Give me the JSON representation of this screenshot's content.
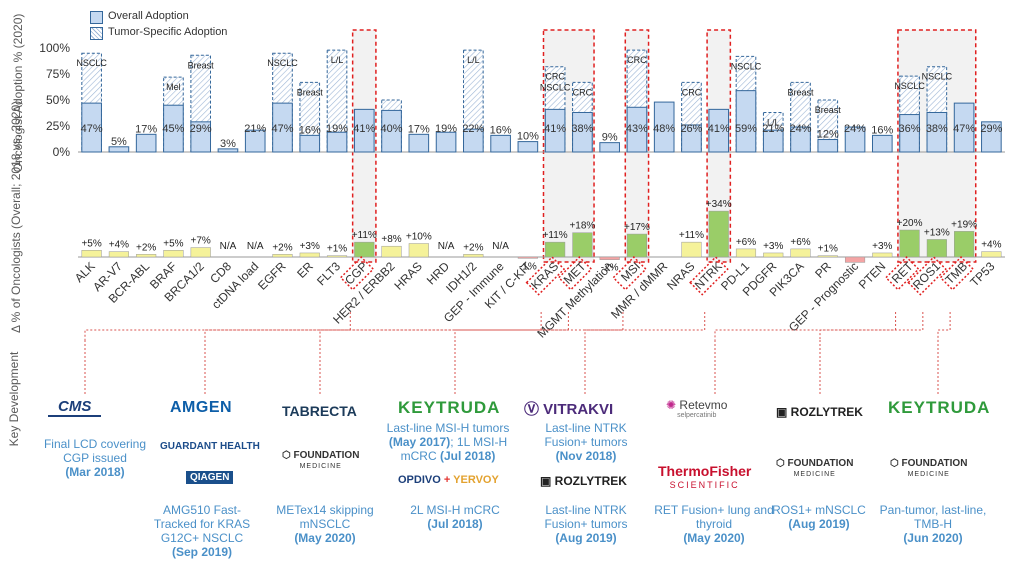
{
  "legend": {
    "overall_label": "Overall Adoption",
    "tumor_label": "Tumor-Specific Adoption",
    "overall_color": "#c5d9f1",
    "overall_border": "#34679b"
  },
  "axes": {
    "top_ylabel": "Oncologist Adoption % (2020)",
    "bottom_ylabel": "Δ % of Oncologists (Overall; 2018 vs. 2020)",
    "dev_label": "Key Development"
  },
  "chart_data": [
    {
      "type": "bar",
      "title": "",
      "ylabel": "Oncologist Adoption % (2020)",
      "ylim": [
        0,
        100
      ],
      "yticks": [
        "0%",
        "25%",
        "50%",
        "75%",
        "100%"
      ],
      "categories": [
        "ALK",
        "AR-V7",
        "BCR-ABL",
        "BRAF",
        "BRCA1/2",
        "CD8",
        "ctDNA load",
        "EGFR",
        "ER",
        "FLT3",
        "CGP",
        "HER2 / ERBB2",
        "HRAS",
        "HRD",
        "IDH1/2",
        "GEP - Immune",
        "KIT / C-KIT",
        "KRAS",
        "MET",
        "MGMT Methylation",
        "MSI",
        "MMR / dMMR",
        "NRAS",
        "NTRK",
        "PD-L1",
        "PDGFR",
        "PIK3CA",
        "PR",
        "GEP - Prognostic",
        "PTEN",
        "RET",
        "ROS1",
        "TMB",
        "TP53"
      ],
      "series": [
        {
          "name": "Overall Adoption",
          "values": [
            47,
            5,
            17,
            45,
            29,
            3,
            21,
            47,
            16,
            19,
            41,
            40,
            17,
            19,
            22,
            16,
            10,
            41,
            38,
            9,
            43,
            48,
            26,
            41,
            59,
            21,
            24,
            12,
            24,
            16,
            36,
            38,
            47,
            29
          ],
          "labels": [
            "47%",
            "5%",
            "17%",
            "45%",
            "29%",
            "3%",
            "21%",
            "47%",
            "16%",
            "19%",
            "41%",
            "40%",
            "17%",
            "19%",
            "22%",
            "16%",
            "10%",
            "41%",
            "38%",
            "9%",
            "43%",
            "48%",
            "26%",
            "41%",
            "59%",
            "21%",
            "24%",
            "12%",
            "24%",
            "16%",
            "36%",
            "38%",
            "47%",
            "29%"
          ]
        },
        {
          "name": "Tumor-Specific Adoption",
          "values": [
            95,
            null,
            null,
            72,
            93,
            null,
            null,
            95,
            67,
            98,
            null,
            50,
            null,
            null,
            98,
            null,
            null,
            82,
            67,
            null,
            98,
            null,
            67,
            null,
            92,
            38,
            67,
            50,
            null,
            null,
            73,
            82,
            null,
            null
          ]
        }
      ],
      "tumor_labels": [
        "NSCLC",
        null,
        null,
        "Mel",
        "Breast",
        null,
        null,
        "NSCLC",
        "Breast",
        "L/L",
        null,
        null,
        null,
        null,
        "L/L",
        null,
        null,
        "CRC\nNSCLC",
        "CRC",
        null,
        "CRC",
        null,
        "CRC",
        null,
        "NSCLC",
        "L/L",
        "Breast",
        "Breast",
        null,
        null,
        "NSCLC",
        "NSCLC",
        null,
        null
      ]
    },
    {
      "type": "bar",
      "title": "",
      "ylabel": "Δ % of Oncologists (Overall; 2018 vs. 2020)",
      "categories": [
        "ALK",
        "AR-V7",
        "BCR-ABL",
        "BRAF",
        "BRCA1/2",
        "CD8",
        "ctDNA load",
        "EGFR",
        "ER",
        "FLT3",
        "CGP",
        "HER2 / ERBB2",
        "HRAS",
        "HRD",
        "IDH1/2",
        "GEP - Immune",
        "KIT / C-KIT",
        "KRAS",
        "MET",
        "MGMT Methylation",
        "MSI",
        "MMR / dMMR",
        "NRAS",
        "NTRK",
        "PD-L1",
        "PDGFR",
        "PIK3CA",
        "PR",
        "GEP - Prognostic",
        "PTEN",
        "RET",
        "ROS1",
        "TMB",
        "TP53"
      ],
      "values": [
        5,
        4,
        2,
        5,
        7,
        null,
        null,
        2,
        3,
        1,
        11,
        8,
        10,
        null,
        2,
        null,
        -1,
        11,
        18,
        -2,
        17,
        null,
        11,
        34,
        6,
        3,
        6,
        1,
        -4,
        3,
        20,
        13,
        19,
        4
      ],
      "labels": [
        "+5%",
        "+4%",
        "+2%",
        "+5%",
        "+7%",
        "N/A",
        "N/A",
        "+2%",
        "+3%",
        "+1%",
        "+11%",
        "+8%",
        "+10%",
        "N/A",
        "+2%",
        "N/A",
        "-1%",
        "+11%",
        "+18%",
        "-2%",
        "+17%",
        "",
        "+11%",
        "+34%",
        "+6%",
        "+3%",
        "+6%",
        "+1%",
        "",
        "+3%",
        "+20%",
        "+13%",
        "+19%",
        "+4%"
      ]
    }
  ],
  "developments": [
    {
      "logos": [
        "CMS"
      ],
      "text": "Final LCD covering CGP issued",
      "date": "(Mar 2018)"
    },
    {
      "logos": [
        "AMGEN",
        "GUARDANT HEALTH",
        "QIAGEN"
      ],
      "text": "AMG510 Fast-Tracked for KRAS G12C+ NSCLC",
      "date": "(Sep 2019)"
    },
    {
      "logos": [
        "TABRECTA",
        "FOUNDATION",
        "MEDICINE"
      ],
      "text": "METex14 skipping mNSCLC",
      "date": "(May 2020)"
    },
    {
      "logos": [
        "KEYTRUDA"
      ],
      "text": "Last-line MSI-H tumors",
      "date": "(May 2017)",
      "text2": "; 1L MSI-H mCRC",
      "date2": "(Jul 2018)"
    },
    {
      "logos": [
        "OPDIVO",
        "+",
        "YERVOY"
      ],
      "text": "2L MSI-H mCRC",
      "date": "(Jul 2018)"
    },
    {
      "logos": [
        "VITRAKVI"
      ],
      "text": "Last-line NTRK Fusion+ tumors",
      "date": "(Nov 2018)"
    },
    {
      "logos": [
        "ROZLYTREK"
      ],
      "text": "Last-line NTRK Fusion+ tumors",
      "date": "(Aug 2019)"
    },
    {
      "logos": [
        "Retevmo",
        "selpercatinib",
        "ThermoFisher",
        "SCIENTIFIC"
      ],
      "text": "RET Fusion+ lung and thyroid",
      "date": "(May 2020)"
    },
    {
      "logos": [
        "ROZLYTREK",
        "FOUNDATION",
        "MEDICINE"
      ],
      "text": "ROS1+ mNSCLC",
      "date": "(Aug 2019)"
    },
    {
      "logos": [
        "KEYTRUDA",
        "FOUNDATION",
        "MEDICINE"
      ],
      "text": "Pan-tumor, last-line, TMB-H",
      "date": "(Jun 2020)"
    }
  ],
  "colors": {
    "delta_positive": "#f5f29a",
    "delta_highlight": "#9acd68",
    "delta_negative": "#f4a4a4",
    "highlight_red": "#e02020",
    "connector": "#d9534f"
  },
  "highlighted_categories": [
    "CGP",
    "KRAS",
    "MET",
    "MSI",
    "NTRK",
    "RET",
    "ROS1",
    "TMB"
  ]
}
